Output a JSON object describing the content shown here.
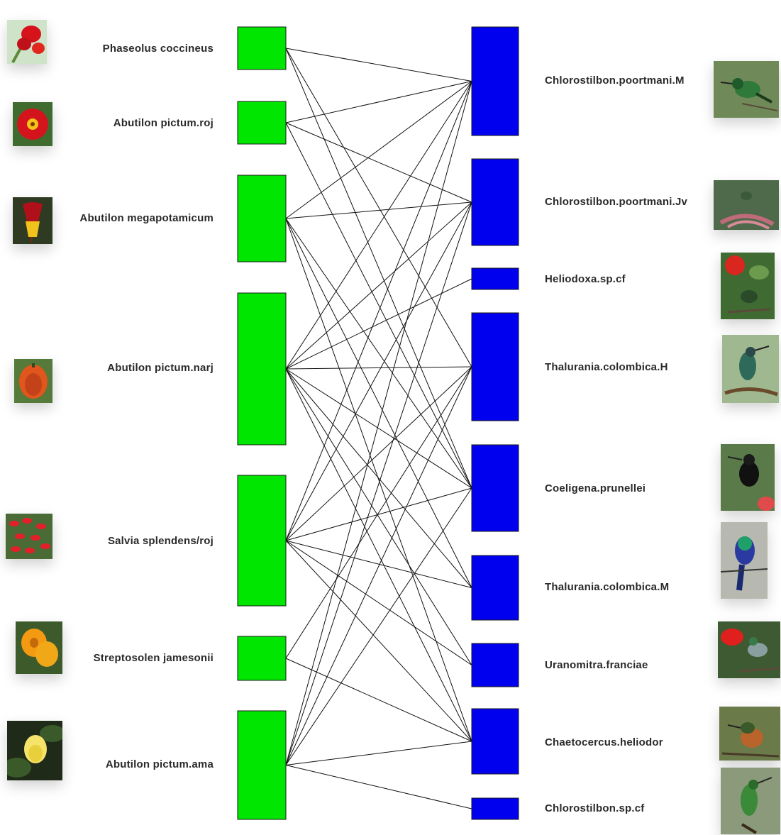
{
  "plants": [
    {
      "id": "p1",
      "name": "Phaseolus coccineus",
      "color": "#00e600",
      "icon": "red-flower-photo"
    },
    {
      "id": "p2",
      "name": "Abutilon pictum.roj",
      "color": "#00e600",
      "icon": "red-flower-photo"
    },
    {
      "id": "p3",
      "name": "Abutilon megapotamicum",
      "color": "#00e600",
      "icon": "red-yellow-bell-flower-photo"
    },
    {
      "id": "p4",
      "name": "Abutilon pictum.narj",
      "color": "#00e600",
      "icon": "orange-flower-photo"
    },
    {
      "id": "p5",
      "name": "Salvia splendens/roj",
      "color": "#00e600",
      "icon": "red-salvia-photo"
    },
    {
      "id": "p6",
      "name": "Streptosolen jamesonii",
      "color": "#00e600",
      "icon": "orange-flower-photo"
    },
    {
      "id": "p7",
      "name": "Abutilon pictum.ama",
      "color": "#00e600",
      "icon": "yellow-flower-photo"
    }
  ],
  "birds": [
    {
      "id": "b1",
      "name": "Chlorostilbon.poortmani.M",
      "color": "#0000ee",
      "icon": "green-hummingbird-photo"
    },
    {
      "id": "b2",
      "name": "Chlorostilbon.poortmani.Jv",
      "color": "#0000ee",
      "icon": "hummingbird-photo"
    },
    {
      "id": "b3",
      "name": "Heliodoxa.sp.cf",
      "color": "#0000ee",
      "icon": "hummingbird-photo"
    },
    {
      "id": "b4",
      "name": "Thalurania.colombica.H",
      "color": "#0000ee",
      "icon": "hummingbird-photo"
    },
    {
      "id": "b5",
      "name": "Coeligena.prunellei",
      "color": "#0000ee",
      "icon": "black-hummingbird-photo"
    },
    {
      "id": "b6",
      "name": "Thalurania.colombica.M",
      "color": "#0000ee",
      "icon": "blue-hummingbird-photo"
    },
    {
      "id": "b7",
      "name": "Uranomitra.franciae",
      "color": "#0000ee",
      "icon": "hummingbird-photo"
    },
    {
      "id": "b8",
      "name": "Chaetocercus.heliodor",
      "color": "#0000ee",
      "icon": "rufous-hummingbird-photo"
    },
    {
      "id": "b9",
      "name": "Chlorostilbon.sp.cf",
      "color": "#0000ee",
      "icon": "green-hummingbird-photo"
    }
  ],
  "links": [
    [
      "p1",
      "b1"
    ],
    [
      "p1",
      "b4"
    ],
    [
      "p1",
      "b5"
    ],
    [
      "p2",
      "b1"
    ],
    [
      "p2",
      "b2"
    ],
    [
      "p2",
      "b5"
    ],
    [
      "p3",
      "b1"
    ],
    [
      "p3",
      "b2"
    ],
    [
      "p3",
      "b5"
    ],
    [
      "p3",
      "b6"
    ],
    [
      "p3",
      "b8"
    ],
    [
      "p4",
      "b1"
    ],
    [
      "p4",
      "b2"
    ],
    [
      "p4",
      "b3"
    ],
    [
      "p4",
      "b4"
    ],
    [
      "p4",
      "b5"
    ],
    [
      "p4",
      "b6"
    ],
    [
      "p4",
      "b7"
    ],
    [
      "p4",
      "b8"
    ],
    [
      "p5",
      "b1"
    ],
    [
      "p5",
      "b2"
    ],
    [
      "p5",
      "b4"
    ],
    [
      "p5",
      "b5"
    ],
    [
      "p5",
      "b6"
    ],
    [
      "p5",
      "b7"
    ],
    [
      "p5",
      "b8"
    ],
    [
      "p6",
      "b4"
    ],
    [
      "p6",
      "b8"
    ],
    [
      "p7",
      "b1"
    ],
    [
      "p7",
      "b2"
    ],
    [
      "p7",
      "b4"
    ],
    [
      "p7",
      "b5"
    ],
    [
      "p7",
      "b8"
    ],
    [
      "p7",
      "b9"
    ]
  ]
}
